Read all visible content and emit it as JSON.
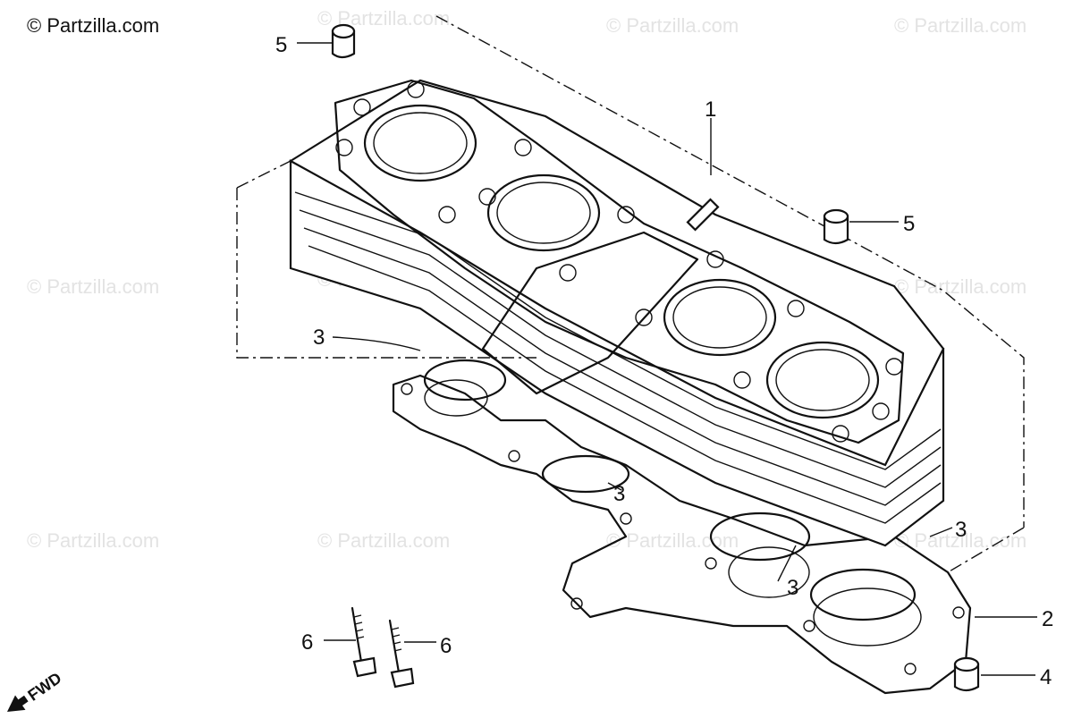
{
  "copyright": "© Partzilla.com",
  "watermark": "© Partzilla.com",
  "fwd_label": "FWD",
  "callouts": {
    "c1": "1",
    "c2": "2",
    "c3a": "3",
    "c3b": "3",
    "c3c": "3",
    "c3d": "3",
    "c4": "4",
    "c5a": "5",
    "c5b": "5",
    "c6a": "6",
    "c6b": "6"
  }
}
